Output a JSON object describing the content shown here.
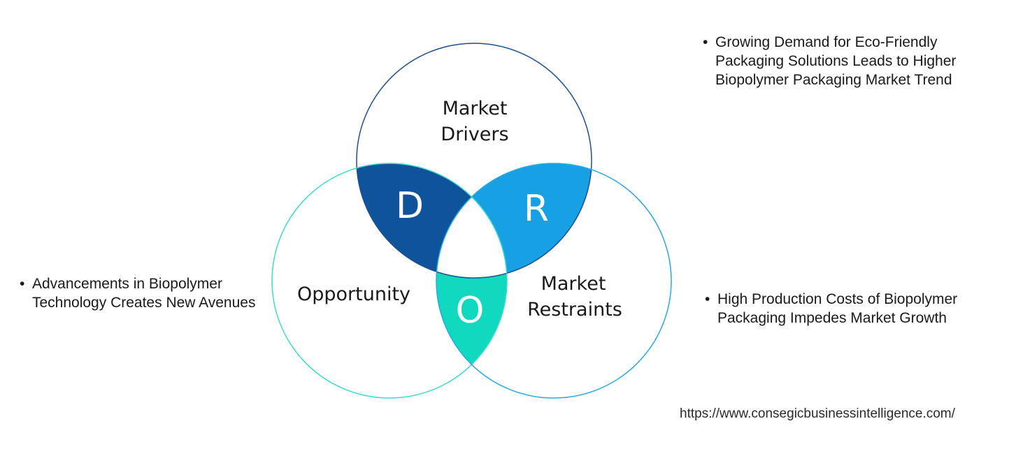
{
  "colors": {
    "drivers_circle": "#1f4e8c",
    "opportunity_circle": "#40d9cc",
    "restraints_circle": "#2aa8df",
    "d_region": "#0f549a",
    "r_region": "#17a0e3",
    "o_region": "#10d9c0"
  },
  "circles": {
    "drivers": {
      "label_line1": "Market",
      "label_line2": "Drivers"
    },
    "opportunity": {
      "label": "Opportunity"
    },
    "restraints": {
      "label_line1": "Market",
      "label_line2": "Restraints"
    }
  },
  "letters": {
    "d": "D",
    "r": "R",
    "o": "O"
  },
  "bullets": {
    "drivers": "Growing Demand for Eco-Friendly Packaging Solutions Leads to Higher Biopolymer Packaging Market Trend",
    "opportunity": "Advancements in Biopolymer Technology Creates New Avenues",
    "restraints": "High Production Costs of Biopolymer Packaging Impedes Market Growth",
    "marker": "•"
  },
  "source_url": "https://www.consegicbusinessintelligence.com/"
}
